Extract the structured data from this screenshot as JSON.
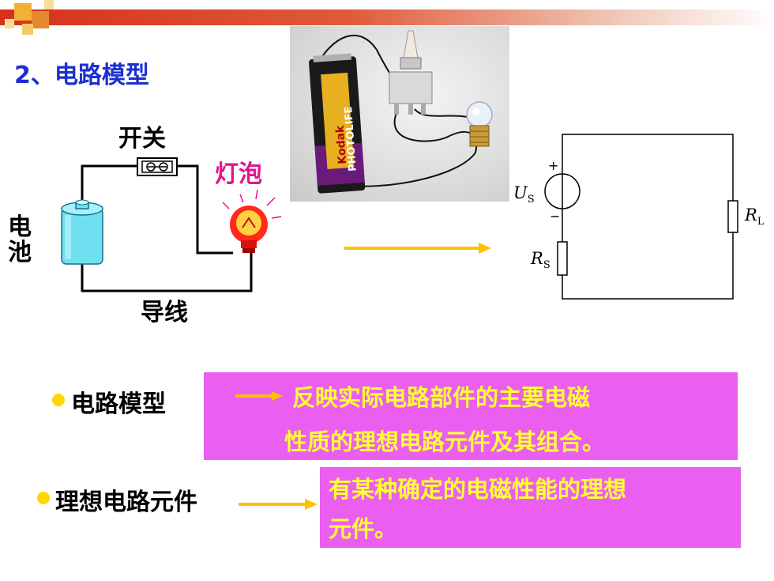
{
  "slide": {
    "title": "2、电路模型"
  },
  "diagram": {
    "switch_label": "开关",
    "bulb_label": "灯泡",
    "battery_label": "电池",
    "wire_label": "导线"
  },
  "circuit": {
    "source_label": "U",
    "source_sub": "S",
    "internal_resistor_label": "R",
    "internal_resistor_sub": "S",
    "load_resistor_label": "R",
    "load_resistor_sub": "L",
    "plus_sign": "+",
    "minus_sign": "−"
  },
  "photo": {
    "battery_brand": "Kodak",
    "battery_text": "PHOTOLIFE"
  },
  "definitions": [
    {
      "term": "电路模型",
      "line1": "反映实际电路部件的主要电磁",
      "line2": "性质的理想电路元件及其组合。"
    },
    {
      "term": "理想电路元件",
      "line1": "有某种确定的电磁性能的理想",
      "line2": "元件。"
    }
  ],
  "colors": {
    "title": "#1d2fd0",
    "bulb_label": "#e0158c",
    "definition_box": "#ea5ff0",
    "definition_text": "#ffff33",
    "arrow": "#ffc000",
    "header_bar": "#d6301c"
  }
}
